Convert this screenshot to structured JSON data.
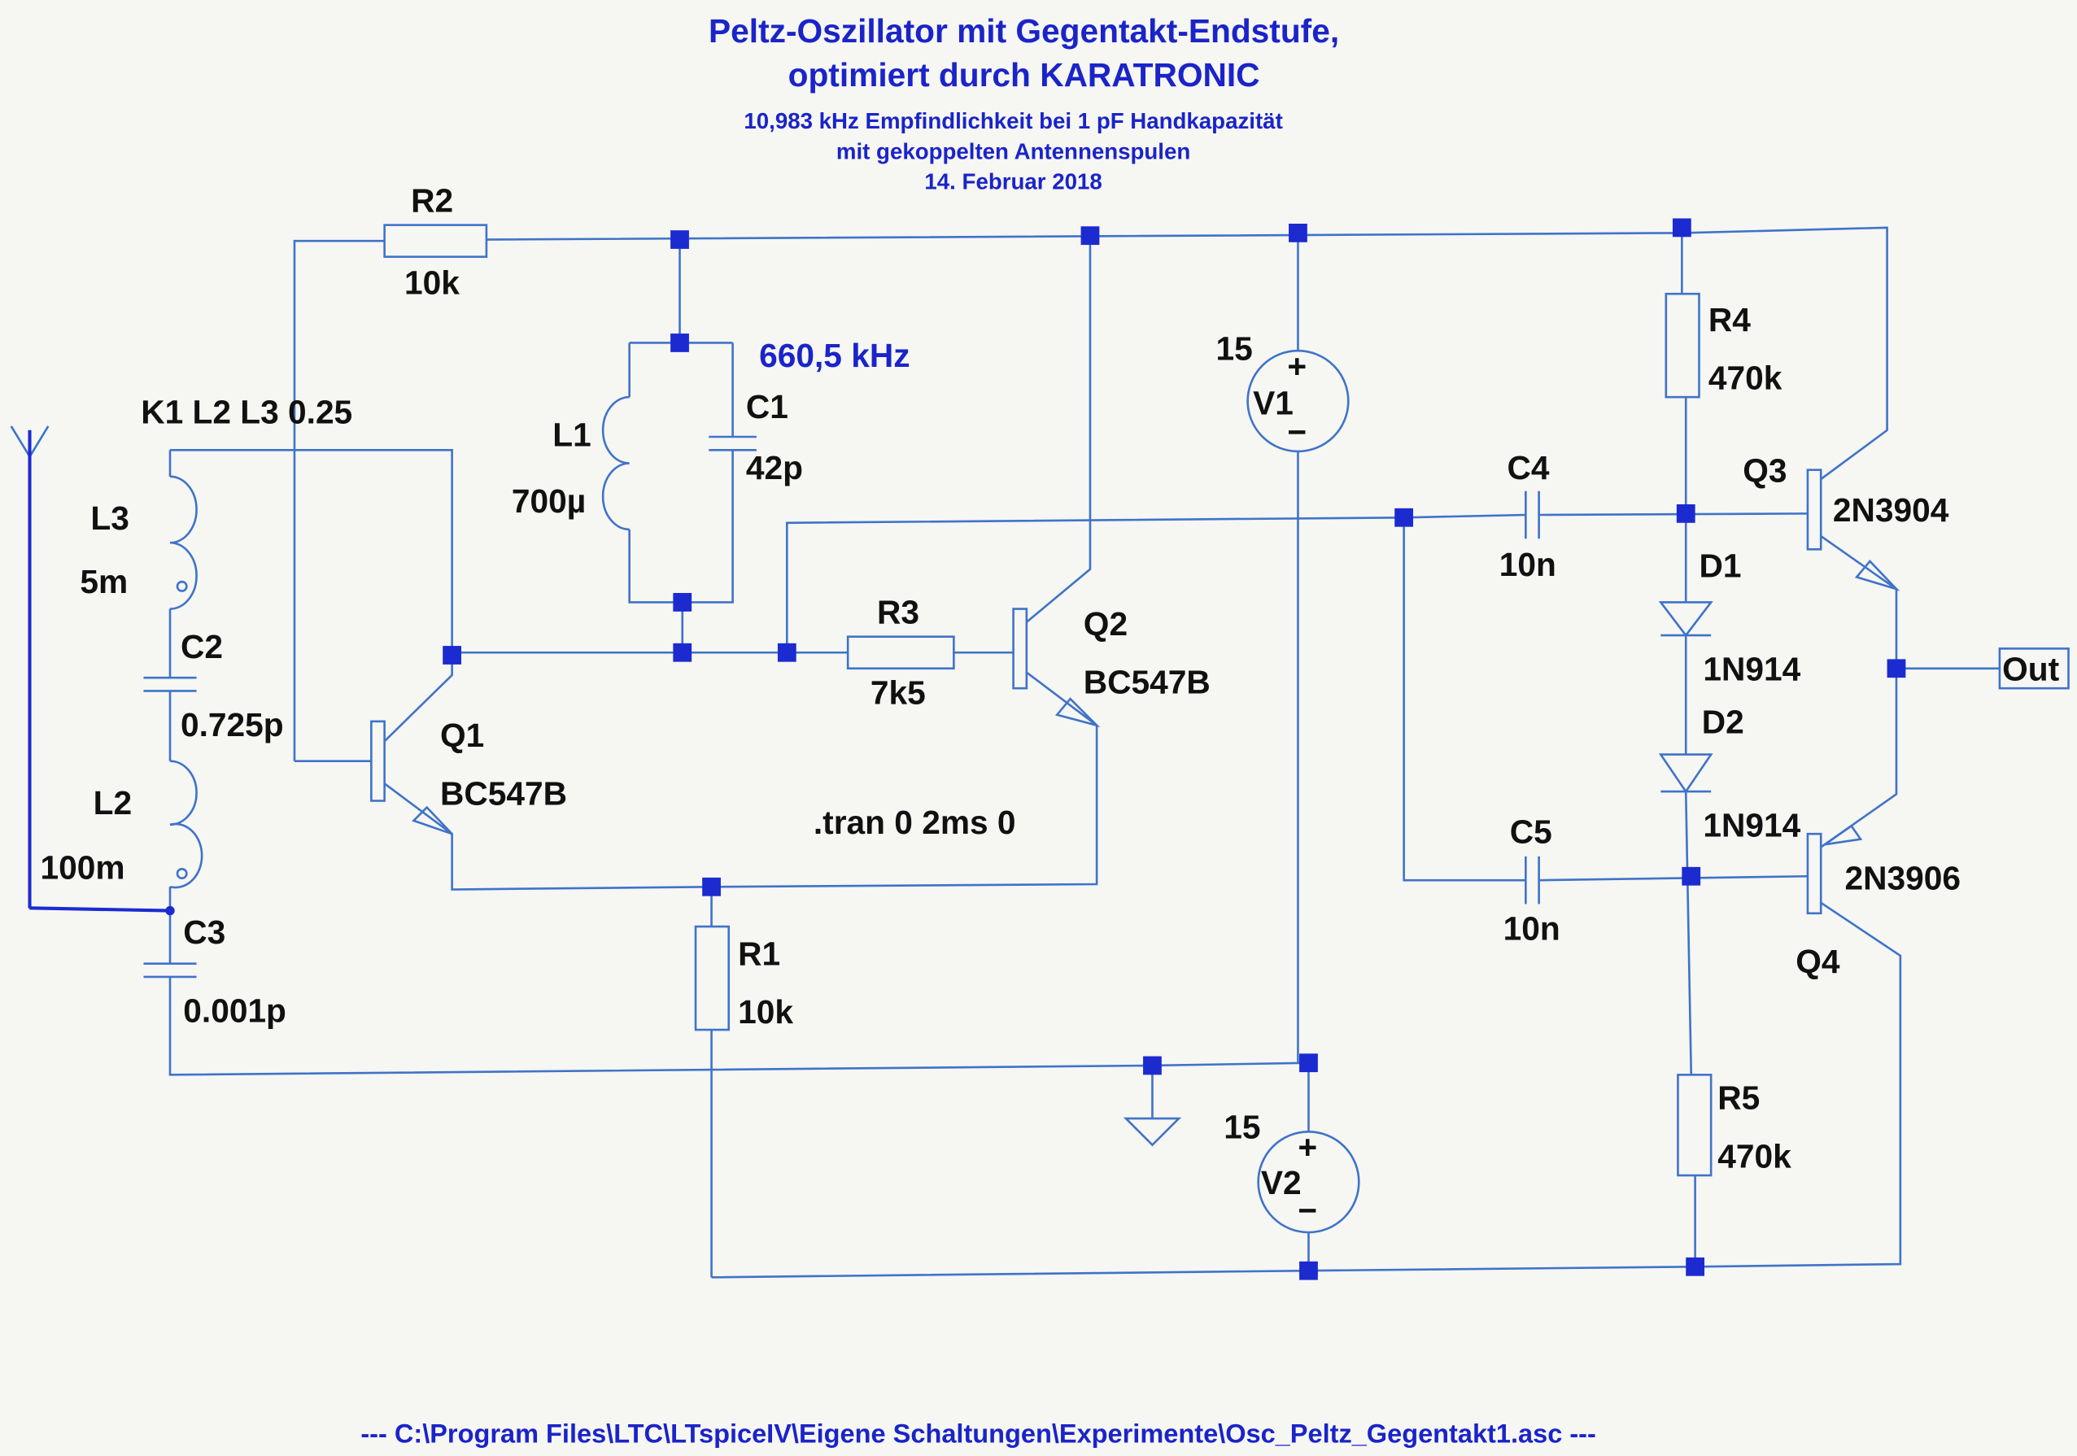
{
  "title": {
    "line1": "Peltz-Oszillator mit Gegentakt-Endstufe,",
    "line2": "optimiert durch KARATRONIC",
    "line3": "10,983 kHz Empfindlichkeit bei 1 pF Handkapazität",
    "line4": "mit gekoppelten Antennenspulen",
    "line5": "14. Februar 2018"
  },
  "frequency_note": "660,5 kHz",
  "coupling": "K1 L2 L3 0.25",
  "sim_directive": ".tran 0 2ms 0",
  "components": {
    "R2": {
      "name": "R2",
      "value": "10k"
    },
    "R1": {
      "name": "R1",
      "value": "10k"
    },
    "R3": {
      "name": "R3",
      "value": "7k5"
    },
    "R4": {
      "name": "R4",
      "value": "470k"
    },
    "R5": {
      "name": "R5",
      "value": "470k"
    },
    "L1": {
      "name": "L1",
      "value": "700µ"
    },
    "L2": {
      "name": "L2",
      "value": "100m"
    },
    "L3": {
      "name": "L3",
      "value": "5m"
    },
    "C1": {
      "name": "C1",
      "value": "42p"
    },
    "C2": {
      "name": "C2",
      "value": "0.725p"
    },
    "C3": {
      "name": "C3",
      "value": "0.001p"
    },
    "C4": {
      "name": "C4",
      "value": "10n"
    },
    "C5": {
      "name": "C5",
      "value": "10n"
    },
    "Q1": {
      "name": "Q1",
      "value": "BC547B"
    },
    "Q2": {
      "name": "Q2",
      "value": "BC547B"
    },
    "Q3": {
      "name": "Q3",
      "value": "2N3904"
    },
    "Q4": {
      "name": "Q4",
      "value": "2N3906"
    },
    "D1": {
      "name": "D1",
      "value": "1N914"
    },
    "D2": {
      "name": "D2",
      "value": "1N914"
    },
    "V1": {
      "name": "V1",
      "value": "15",
      "plus": "+",
      "minus": "−"
    },
    "V2": {
      "name": "V2",
      "value": "15",
      "plus": "+",
      "minus": "−"
    }
  },
  "output_label": "Out",
  "file_path": "---  C:\\Program Files\\LTC\\LTspiceIV\\Eigene Schaltungen\\Experimente\\Osc_Peltz_Gegentakt1.asc  ---"
}
